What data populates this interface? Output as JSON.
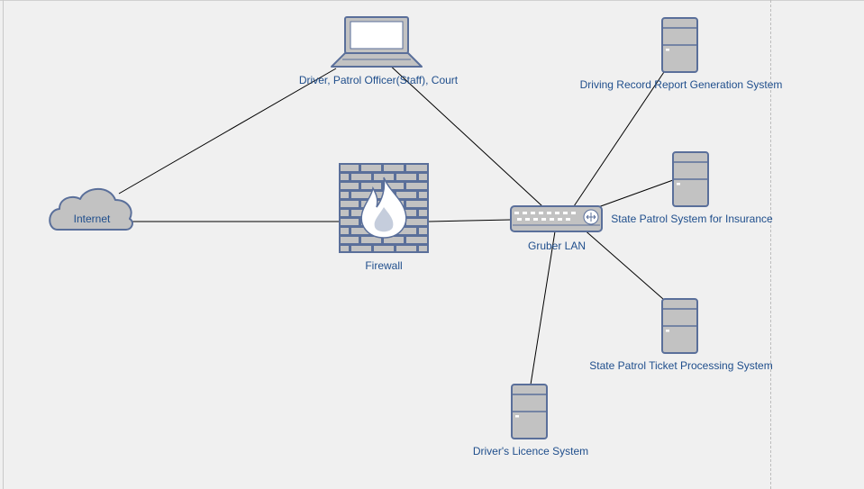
{
  "diagram": {
    "nodes": {
      "internet": {
        "label": "Internet",
        "icon": "cloud-icon"
      },
      "laptop": {
        "label": "Driver, Patrol Officer(Staff), Court",
        "icon": "laptop-icon"
      },
      "firewall": {
        "label": "Firewall",
        "icon": "firewall-icon"
      },
      "switch": {
        "label": "Gruber LAN",
        "icon": "network-switch-icon"
      },
      "driving_record": {
        "label": "Driving Record Report Generation System",
        "icon": "server-icon"
      },
      "insurance": {
        "label": "State Patrol System for Insurance",
        "icon": "server-icon"
      },
      "ticket": {
        "label": "State Patrol Ticket Processing System",
        "icon": "server-icon"
      },
      "licence": {
        "label": "Driver's Licence System",
        "icon": "server-icon"
      }
    },
    "colors": {
      "shape_fill": "#c2c2c2",
      "shape_stroke": "#5a6f9a",
      "label_text": "#1f4e8c",
      "edge": "#000000",
      "background": "#f0f0f0"
    }
  }
}
